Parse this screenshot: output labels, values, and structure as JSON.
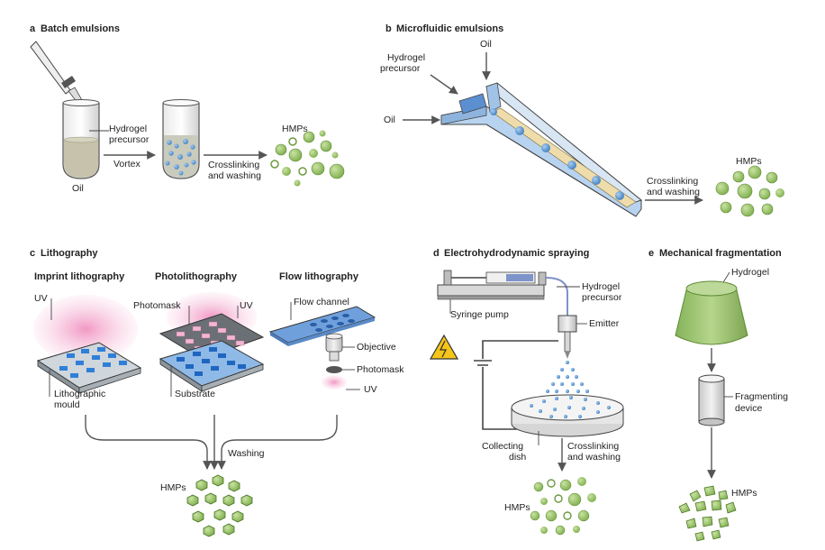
{
  "panels": {
    "a": {
      "letter": "a",
      "title": "Batch emulsions",
      "labels": {
        "hydrogel": "Hydrogel",
        "precursor": "precursor",
        "vortex": "Vortex",
        "oil": "Oil",
        "crosslinking": "Crosslinking",
        "and_washing": "and washing",
        "hmps": "HMPs"
      }
    },
    "b": {
      "letter": "b",
      "title": "Microfluidic emulsions",
      "labels": {
        "hydrogel": "Hydrogel",
        "precursor": "precursor",
        "oil_top": "Oil",
        "oil_left": "Oil",
        "crosslinking": "Crosslinking",
        "and_washing": "and washing",
        "hmps": "HMPs"
      }
    },
    "c": {
      "letter": "c",
      "title": "Lithography",
      "subtitles": {
        "imprint": "Imprint lithography",
        "photo": "Photolithography",
        "flow": "Flow lithography"
      },
      "labels": {
        "uv1": "UV",
        "lithographic": "Lithographic",
        "mould": "mould",
        "photomask": "Photomask",
        "uv2": "UV",
        "substrate": "Substrate",
        "flow_channel": "Flow channel",
        "objective": "Objective",
        "photomask2": "Photomask",
        "uv3": "UV",
        "washing": "Washing",
        "hmps": "HMPs"
      }
    },
    "d": {
      "letter": "d",
      "title": "Electrohydrodynamic spraying",
      "labels": {
        "hydrogel": "Hydrogel",
        "precursor": "precursor",
        "syringe_pump": "Syringe pump",
        "emitter": "Emitter",
        "collecting": "Collecting",
        "dish": "dish",
        "crosslinking": "Crosslinking",
        "and_washing": "and washing",
        "hmps": "HMPs"
      }
    },
    "e": {
      "letter": "e",
      "title": "Mechanical fragmentation",
      "labels": {
        "hydrogel": "Hydrogel",
        "fragmenting": "Fragmenting",
        "device": "device",
        "hmps": "HMPs"
      }
    }
  },
  "colors": {
    "hydrogel_green": "#9dc46a",
    "droplet_blue": "#5b9bd5",
    "uv_pink": "#f2a6c8",
    "line_gray": "#555555",
    "channel_blue": "#7faee0",
    "hazard_yellow": "#f5c518"
  }
}
